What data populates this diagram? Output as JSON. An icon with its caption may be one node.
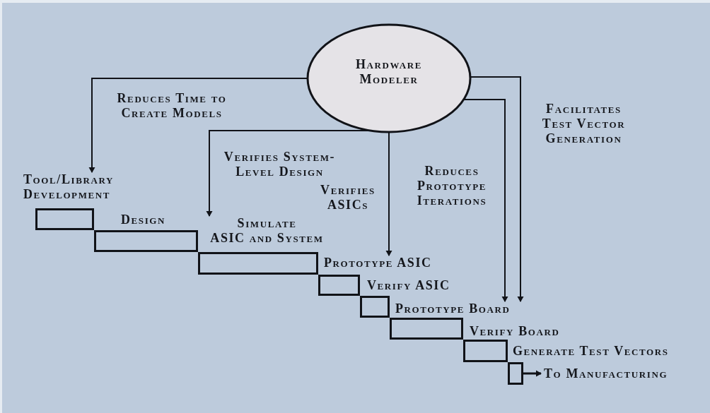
{
  "diagram": {
    "nodes": [
      {
        "text": [
          "Hardware Modeler"
        ]
      },
      {
        "text": [
          "Tool/Library Development"
        ]
      },
      {
        "text": [
          "Design"
        ]
      },
      {
        "text": [
          "Simulate ASIC and System"
        ]
      },
      {
        "text": [
          "Prototype ASIC"
        ]
      },
      {
        "text": [
          "Verify ASIC"
        ]
      },
      {
        "text": [
          "Prototype Board"
        ]
      },
      {
        "text": [
          "Verify Board"
        ]
      },
      {
        "text": [
          "Generate Test Vectors"
        ]
      },
      {
        "text": [
          "To Manufacturing"
        ]
      }
    ],
    "edges": [
      {
        "from": 0,
        "to": 1,
        "arrow": "to",
        "label": "Reduces Time to Create Models"
      },
      {
        "from": 0,
        "to": 3,
        "arrow": "to",
        "label": "Verifies System-Level Design"
      },
      {
        "from": 0,
        "to": 4,
        "arrow": "to",
        "label": "Verifies ASICs"
      },
      {
        "from": 0,
        "to": 6,
        "arrow": "to",
        "label": "Reduces Prototype Iterations"
      },
      {
        "from": 0,
        "to": 6,
        "arrow": "to",
        "label": "Facilitates Test Vector Generation"
      },
      {
        "from": 8,
        "to": 9,
        "arrow": "to"
      }
    ]
  }
}
